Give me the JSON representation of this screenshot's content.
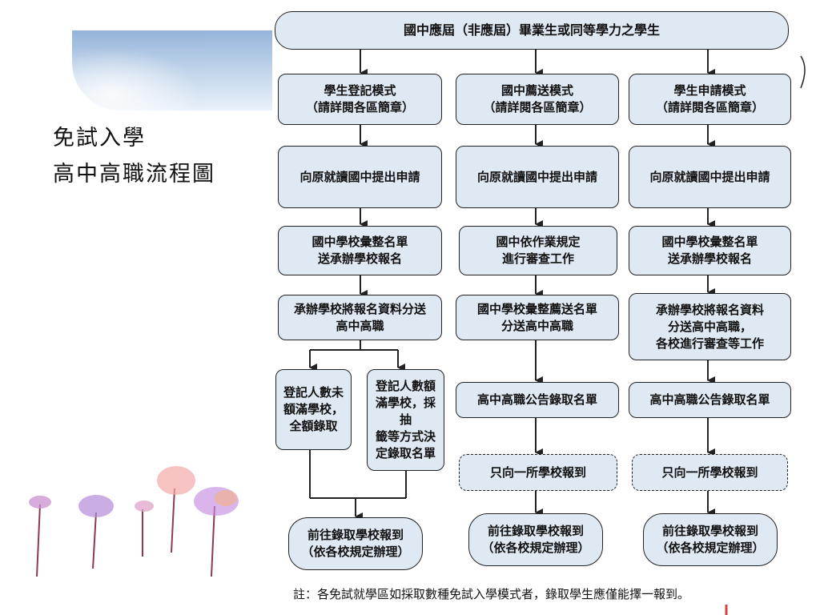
{
  "title": {
    "line1": "免試入學",
    "line2": "高中高職流程圖"
  },
  "top": "國中應屆（非應屆）畢業生或同等學力之學生",
  "columns": {
    "left": {
      "mode": "學生登記模式\n（請詳閱各區簡章）",
      "apply": "向原就讀國中提出申請",
      "collect": "國中學校彙整名單\n送承辦學校報名",
      "forward": "承辦學校將報名資料分送\n高中高職",
      "branch_a": "登記人數未\n額滿學校，\n全額錄取",
      "branch_b": "登記人數額\n滿學校，採抽\n籤等方式決\n定錄取名單",
      "final": "前往錄取學校報到\n（依各校規定辦理）"
    },
    "middle": {
      "mode": "國中薦送模式\n（請詳閱各區簡章）",
      "apply": "向原就讀國中提出申請",
      "review": "國中依作業規定\n進行審查工作",
      "collect": "國中學校彙整薦送名單\n分送高中高職",
      "announce": "高中高職公告錄取名單",
      "register": "只向一所學校報到",
      "final": "前往錄取學校報到\n（依各校規定辦理）"
    },
    "right": {
      "mode": "學生申請模式\n（請詳閱各區簡章）",
      "apply": "向原就讀國中提出申請",
      "collect": "國中學校彙整名單\n送承辦學校報名",
      "forward": "承辦學校將報名資料\n分送高中高職，\n各校進行審查等工作",
      "announce": "高中高職公告錄取名單",
      "register": "只向一所學校報到",
      "final": "前往錄取學校報到\n（依各校規定辦理）"
    }
  },
  "note": "註：各免試就學區如採取數種免試入學模式者，錄取學生應僅能擇一報到。",
  "colors": {
    "box_fill": "#dfe9f3",
    "line": "#222222"
  }
}
